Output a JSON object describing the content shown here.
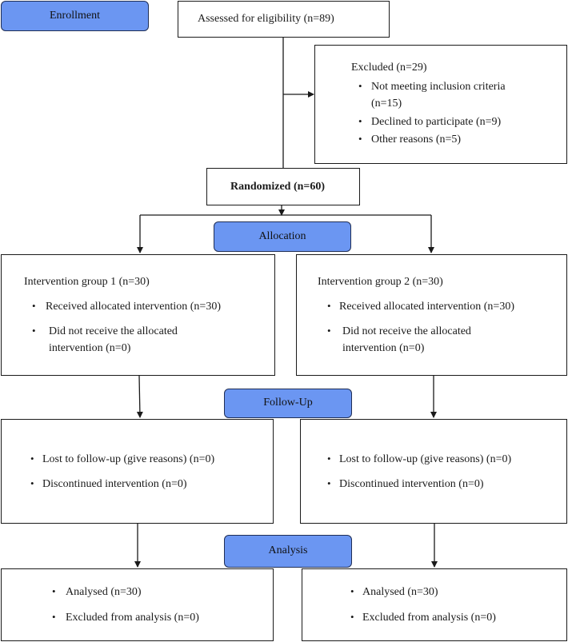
{
  "stages": {
    "enrollment": "Enrollment",
    "allocation": "Allocation",
    "follow_up": "Follow-Up",
    "analysis": "Analysis"
  },
  "assessed": "Assessed for eligibility (n=89)",
  "excluded": {
    "title": "Excluded (n=29)",
    "items": [
      "Not meeting inclusion criteria",
      "(n=15)",
      "Declined to participate (n=9)",
      "Other reasons (n=5)"
    ]
  },
  "randomized": "Randomized (n=60)",
  "group1": {
    "title": "Intervention group 1 (n=30)",
    "received": "Received allocated intervention (n=30)",
    "not_received_1": "Did not receive the allocated",
    "not_received_2": "intervention (n=0)",
    "lost": "Lost to follow-up (give reasons) (n=0)",
    "discontinued": "Discontinued intervention (n=0)",
    "analysed": "Analysed (n=30)",
    "excluded_analysis": "Excluded from analysis (n=0)"
  },
  "group2": {
    "title": "Intervention group 2 (n=30)",
    "received": "Received allocated intervention (n=30)",
    "not_received_1": "Did not receive the allocated",
    "not_received_2": "intervention (n=0)",
    "lost": "Lost to follow-up (give reasons) (n=0)",
    "discontinued": "Discontinued intervention (n=0)",
    "analysed": "Analysed (n=30)",
    "excluded_analysis": "Excluded from analysis (n=0)"
  },
  "bullet_symbol": "•"
}
